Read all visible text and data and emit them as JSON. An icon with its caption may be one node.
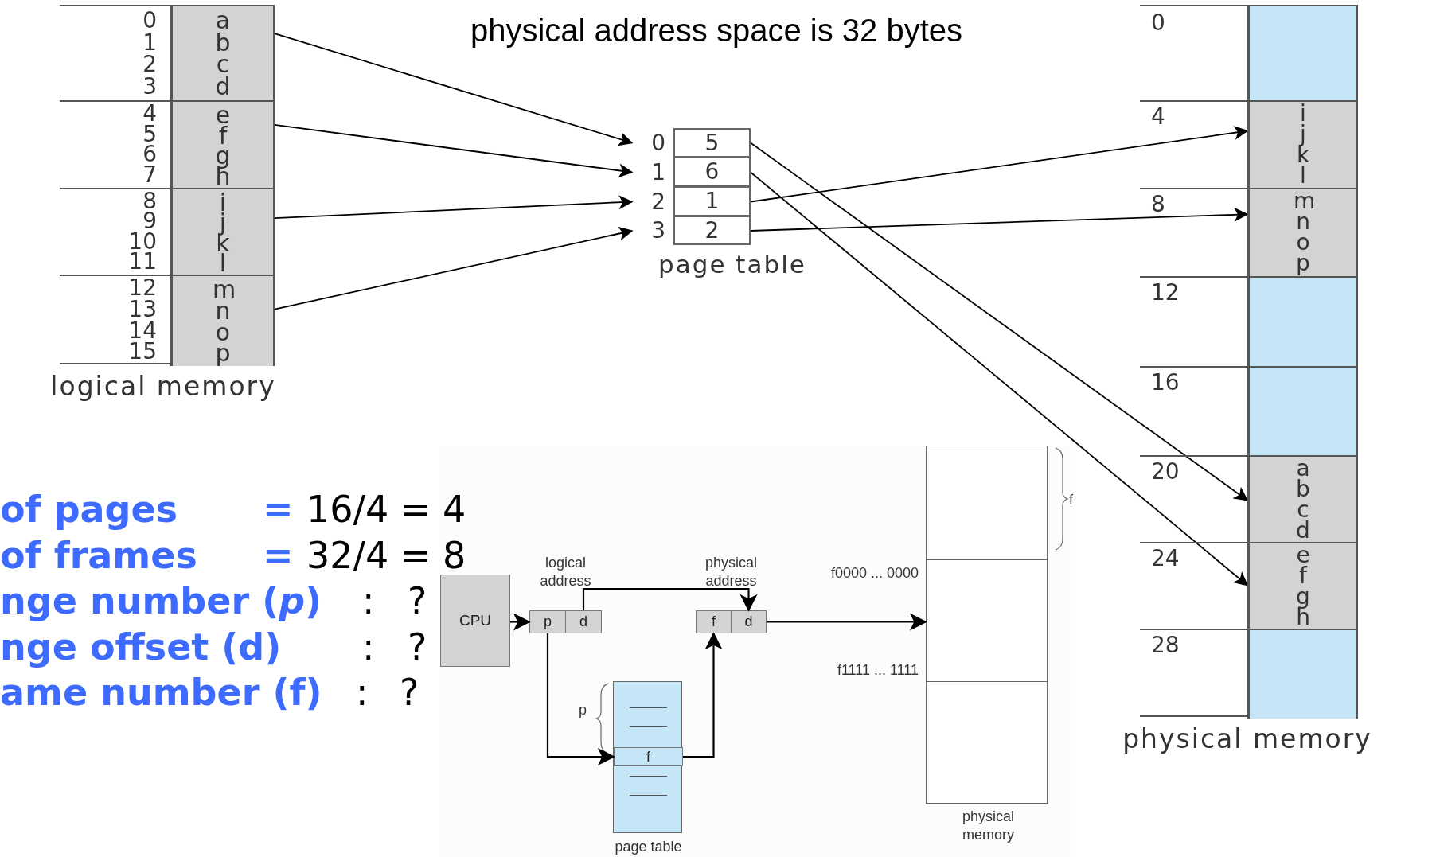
{
  "diagram": {
    "title": "physical address space is 32 bytes",
    "nodes": [
      {
        "text": [
          "logical memory"
        ]
      },
      {
        "text": [
          "a b c d"
        ],
        "in": 0,
        "beside": [
          "0",
          "1",
          "2",
          "3"
        ]
      },
      {
        "text": [
          "e f g h"
        ],
        "in": 0,
        "beside": [
          "4",
          "5",
          "6",
          "7"
        ]
      },
      {
        "text": [
          "i j k l"
        ],
        "in": 0,
        "beside": [
          "8",
          "9",
          "10",
          "11"
        ]
      },
      {
        "text": [
          "m n o p"
        ],
        "in": 0,
        "beside": [
          "12",
          "13",
          "14",
          "15"
        ]
      },
      {
        "text": [
          "page table"
        ]
      },
      {
        "text": [
          "5"
        ],
        "in": 5,
        "beside": [
          "0"
        ]
      },
      {
        "text": [
          "6"
        ],
        "in": 5,
        "beside": [
          "1"
        ]
      },
      {
        "text": [
          "1"
        ],
        "in": 5,
        "beside": [
          "2"
        ]
      },
      {
        "text": [
          "2"
        ],
        "in": 5,
        "beside": [
          "3"
        ]
      },
      {
        "text": [
          "physical memory"
        ]
      },
      {
        "text": [],
        "shape": "box",
        "in": 10,
        "beside": [
          "0"
        ]
      },
      {
        "text": [
          "i j k l"
        ],
        "in": 10,
        "beside": [
          "4"
        ]
      },
      {
        "text": [
          "m n o p"
        ],
        "in": 10,
        "beside": [
          "8"
        ]
      },
      {
        "text": [],
        "shape": "box",
        "in": 10,
        "beside": [
          "12"
        ]
      },
      {
        "text": [],
        "shape": "box",
        "in": 10,
        "beside": [
          "16"
        ]
      },
      {
        "text": [
          "a b c d"
        ],
        "in": 10,
        "beside": [
          "20"
        ]
      },
      {
        "text": [
          "e f g h"
        ],
        "in": 10,
        "beside": [
          "24"
        ]
      },
      {
        "text": [],
        "shape": "box",
        "in": 10,
        "beside": [
          "28"
        ]
      },
      {
        "text": [
          "CPU"
        ]
      },
      {
        "text": [
          "logical address"
        ]
      },
      {
        "text": [
          "p"
        ],
        "in": 20
      },
      {
        "text": [
          "d"
        ],
        "in": 20
      },
      {
        "text": [
          "physical address"
        ]
      },
      {
        "text": [
          "f"
        ],
        "in": 23
      },
      {
        "text": [
          "d"
        ],
        "in": 23
      },
      {
        "text": [
          "page table"
        ]
      },
      {
        "text": [
          "f"
        ],
        "in": 26
      },
      {
        "text": [
          "physical memory"
        ]
      },
      {
        "text": [],
        "shape": "box",
        "in": 28
      },
      {
        "text": [],
        "shape": "box",
        "in": 28,
        "beside": [
          "f0000 ... 0000",
          "f1111 ... 1111"
        ]
      },
      {
        "text": [],
        "shape": "box",
        "in": 28
      }
    ],
    "edges": [
      {
        "from": 1,
        "to": 6,
        "arrow": "to"
      },
      {
        "from": 2,
        "to": 7,
        "arrow": "to"
      },
      {
        "from": 3,
        "to": 8,
        "arrow": "to"
      },
      {
        "from": 4,
        "to": 9,
        "arrow": "to"
      },
      {
        "from": 6,
        "to": 16,
        "arrow": "to"
      },
      {
        "from": 7,
        "to": 17,
        "arrow": "to"
      },
      {
        "from": 8,
        "to": 12,
        "arrow": "to"
      },
      {
        "from": 9,
        "to": 13,
        "arrow": "to"
      },
      {
        "from": 19,
        "to": 21,
        "arrow": "to"
      },
      {
        "from": 21,
        "to": 27,
        "arrow": "to"
      },
      {
        "from": 27,
        "to": 24,
        "arrow": "to"
      },
      {
        "from": 22,
        "to": 25,
        "arrow": "to"
      },
      {
        "from": 25,
        "to": 30,
        "arrow": "to"
      }
    ],
    "labels": [
      "of pages",
      "=",
      "16/4 = 4",
      "of frames",
      "=",
      "32/4 = 8",
      "nge number (*p*)",
      ":",
      "?",
      "nge offset (d)",
      ":",
      "?",
      "ame number (f)",
      ":",
      "?",
      "p",
      "f"
    ]
  }
}
